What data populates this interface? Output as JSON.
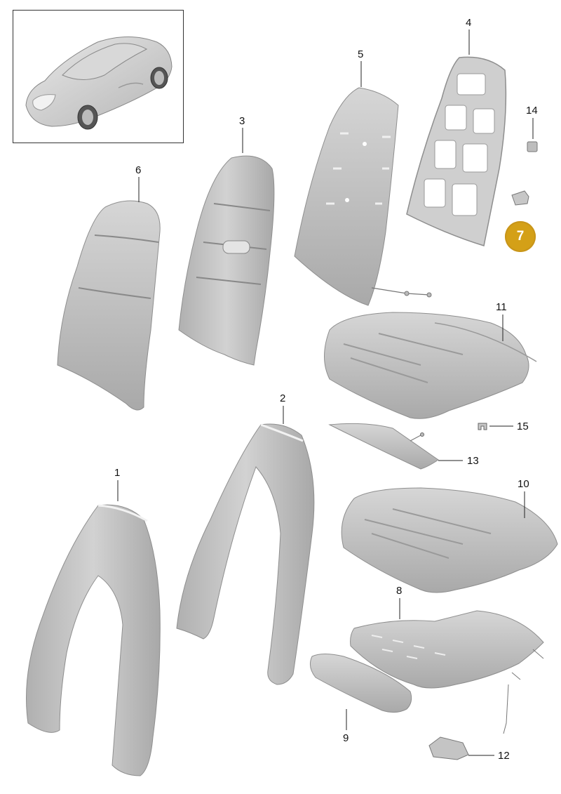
{
  "callouts": {
    "c1": "1",
    "c2": "2",
    "c3": "3",
    "c4": "4",
    "c5": "5",
    "c6": "6",
    "c7": "7",
    "c8": "8",
    "c9": "9",
    "c10": "10",
    "c11": "11",
    "c12": "12",
    "c13": "13",
    "c14": "14",
    "c15": "15"
  },
  "colors": {
    "part_fill": "#c4c4c4",
    "part_stroke": "#8e8e8e",
    "part_dark": "#a9a9a9",
    "highlight_badge": "#d4a017",
    "leader_line": "#222222"
  },
  "highlighted_part": "7"
}
